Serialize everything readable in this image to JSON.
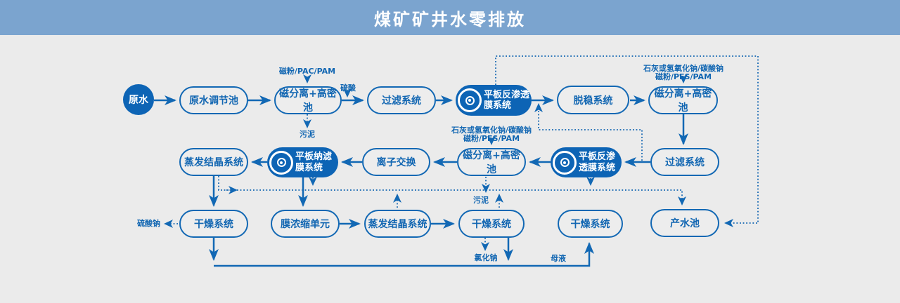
{
  "header": {
    "title": "煤矿矿井水零排放"
  },
  "colors": {
    "banner": "#7BA4CF",
    "background": "#EBEBEB",
    "line_blue": "#1268B4",
    "solid_node_fill": "#0D64B5",
    "node_text": "#1166B2",
    "node_text_on_solid": "#FFFFFF"
  },
  "nodes": {
    "raw_water": "原水",
    "adjust_pool": "原水调节池",
    "magsep1": "磁分离+高密池",
    "filter1": "过滤系统",
    "ro1": "平板反渗透膜系统",
    "destab": "脱稳系统",
    "magsep2": "磁分离+高密池",
    "evap1": "蒸发结晶系统",
    "nf": "平板纳滤膜系统",
    "ion_exchange": "离子交换",
    "magsep3": "磁分离+高密池",
    "ro2": "平板反渗透膜系统",
    "filter2": "过滤系统",
    "dry1": "干燥系统",
    "mem_unit": "膜浓缩单元",
    "evap2": "蒸发结晶系统",
    "dry2": "干燥系统",
    "dry3": "干燥系统",
    "product_pool": "产水池"
  },
  "labels": {
    "dosing1": "磁粉/PAC/PAM",
    "acid": "硫酸",
    "sludge1": "污泥",
    "dosing2_line1": "石灰或氢氧化钠/碳酸钠",
    "dosing2_line2": "磁粉/PFS/PAM",
    "dosing3_line1": "石灰或氢氧化钠/碳酸钠",
    "dosing3_line2": "磁粉/PFS/PAM",
    "sludge2": "污泥",
    "sodium_sulfate": "硫酸钠",
    "sodium_chloride": "氯化钠",
    "mother_liquor": "母液"
  },
  "icons": {
    "membrane_icon": "concentric-circles"
  }
}
